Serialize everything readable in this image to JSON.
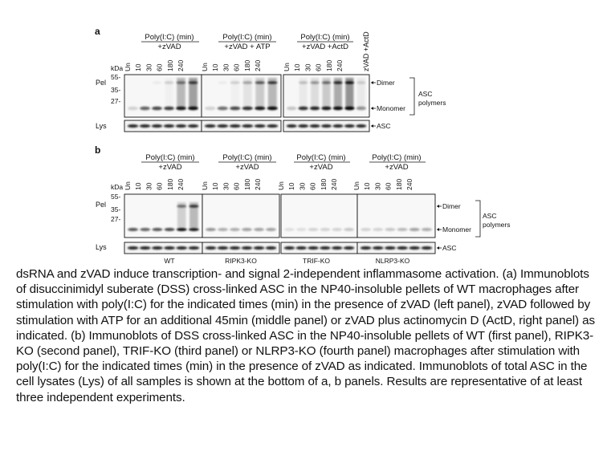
{
  "panel_a": {
    "letter": "a",
    "groups": [
      {
        "condition": "Poly(I:C) (min)",
        "treatment": "+zVAD"
      },
      {
        "condition": "Poly(I:C) (min)",
        "treatment": "+zVAD + ATP"
      },
      {
        "condition": "Poly(I:C) (min)",
        "treatment": "+zVAD +ActD"
      }
    ],
    "extra_lane_label": "zVAD +ActD",
    "lanes": [
      "Un",
      "10",
      "30",
      "60",
      "180",
      "240"
    ],
    "kda_label": "kDa",
    "markers": [
      "55-",
      "35-",
      "27-"
    ],
    "row_labels": {
      "pel": "Pel",
      "lys": "Lys"
    },
    "right_labels": {
      "dimer": "Dimer",
      "monomer": "Monomer",
      "asc_polymers_1": "ASC",
      "asc_polymers_2": "polymers",
      "asc": "ASC"
    }
  },
  "panel_b": {
    "letter": "b",
    "groups": [
      {
        "condition": "Poly(I:C) (min)",
        "treatment": "+zVAD",
        "genotype": "WT"
      },
      {
        "condition": "Poly(I:C) (min)",
        "treatment": "+zVAD",
        "genotype": "RIPK3-KO"
      },
      {
        "condition": "Poly(I:C) (min)",
        "treatment": "+zVAD",
        "genotype": "TRIF-KO"
      },
      {
        "condition": "Poly(I:C) (min)",
        "treatment": "+zVAD",
        "genotype": "NLRP3-KO"
      }
    ],
    "lanes": [
      "Un",
      "10",
      "30",
      "60",
      "180",
      "240"
    ],
    "kda_label": "kDa",
    "markers": [
      "55-",
      "35-",
      "27-"
    ],
    "row_labels": {
      "pel": "Pel",
      "lys": "Lys"
    },
    "right_labels": {
      "dimer": "Dimer",
      "monomer": "Monomer",
      "asc_polymers_1": "ASC",
      "asc_polymers_2": "polymers",
      "asc": "ASC"
    }
  },
  "caption": "dsRNA and zVAD induce transcription- and signal 2-independent inflammasome activation. (a) Immunoblots of disuccinimidyl suberate (DSS) cross-linked ASC in the NP40-insoluble pellets of WT macrophages after stimulation with poly(I:C) for the indicated times (min) in the presence of zVAD (left panel), zVAD followed by stimulation with ATP for an additional 45min (middle panel) or zVAD plus actinomycin D (ActD, right panel) as indicated. (b) Immunoblots of DSS cross-linked ASC in the NP40-insoluble pellets of WT (first panel), RIPK3-KO (second panel), TRIF-KO (third panel) or NLRP3-KO (fourth panel) macrophages after stimulation with poly(I:C) for the indicated times (min) in the presence of zVAD as indicated. Immunoblots of total ASC in the cell lysates (Lys) of all samples is shown at the bottom of a, b panels. Results are representative of at least three independent experiments."
}
